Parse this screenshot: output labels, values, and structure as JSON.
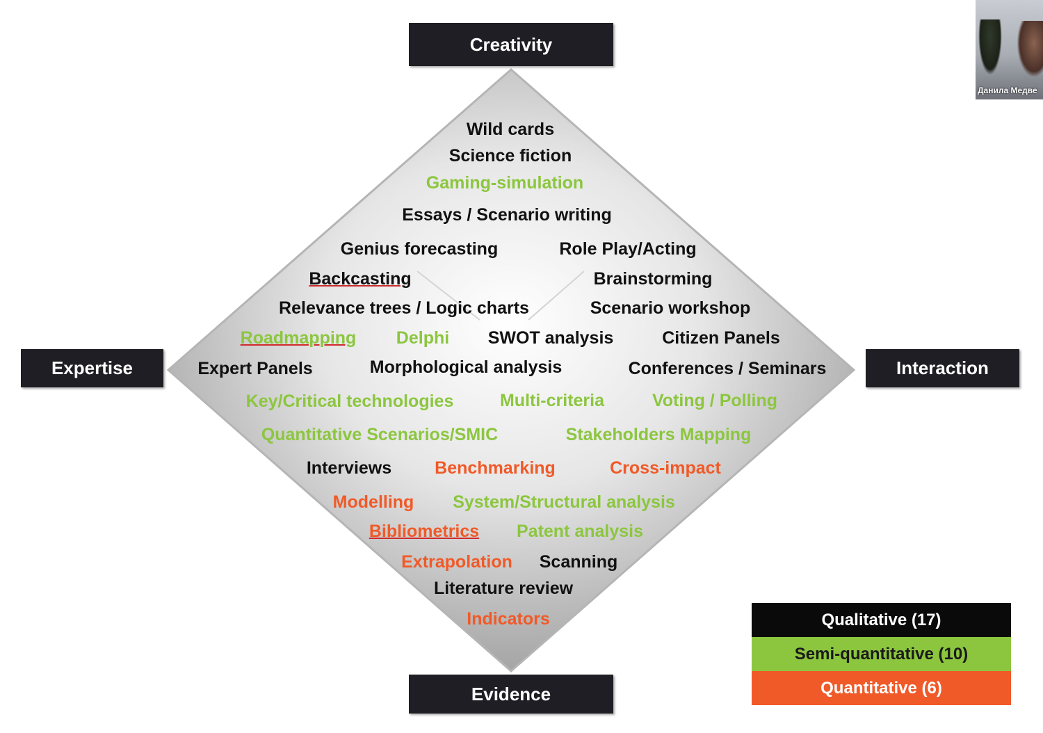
{
  "axes": {
    "top": "Creativity",
    "bottom": "Evidence",
    "left": "Expertise",
    "right": "Interaction"
  },
  "methods": {
    "wild_cards": "Wild cards",
    "science_fiction": "Science fiction",
    "gaming_simulation": "Gaming-simulation",
    "essays": "Essays / Scenario writing",
    "genius_forecasting": "Genius forecasting",
    "role_play": "Role Play/Acting",
    "backcasting": "Backcasting",
    "brainstorming": "Brainstorming",
    "relevance_trees": "Relevance trees / Logic charts",
    "scenario_workshop": "Scenario workshop",
    "roadmapping": "Roadmapping",
    "delphi": "Delphi",
    "swot": "SWOT analysis",
    "citizen_panels": "Citizen Panels",
    "expert_panels": "Expert Panels",
    "morphological": "Morphological analysis",
    "conferences": "Conferences / Seminars",
    "key_critical": "Key/Critical technologies",
    "multi_criteria": "Multi-criteria",
    "voting": "Voting / Polling",
    "quant_scenarios": "Quantitative Scenarios/SMIC",
    "stakeholders": "Stakeholders Mapping",
    "interviews": "Interviews",
    "benchmarking": "Benchmarking",
    "cross_impact": "Cross-impact",
    "modelling": "Modelling",
    "system_structural": "System/Structural analysis",
    "bibliometrics": "Bibliometrics",
    "patent": "Patent analysis",
    "extrapolation": "Extrapolation",
    "scanning": "Scanning",
    "literature": "Literature review",
    "indicators": "Indicators"
  },
  "legend": {
    "qualitative": "Qualitative (17)",
    "semi_quantitative": "Semi-quantitative (10)",
    "quantitative": "Quantitative (6)"
  },
  "colors": {
    "qualitative": "#111111",
    "semi_quantitative": "#8cc63f",
    "quantitative": "#f05a28",
    "axis_box": "#1e1e24"
  },
  "video": {
    "participant_name": "Данила Медве"
  }
}
